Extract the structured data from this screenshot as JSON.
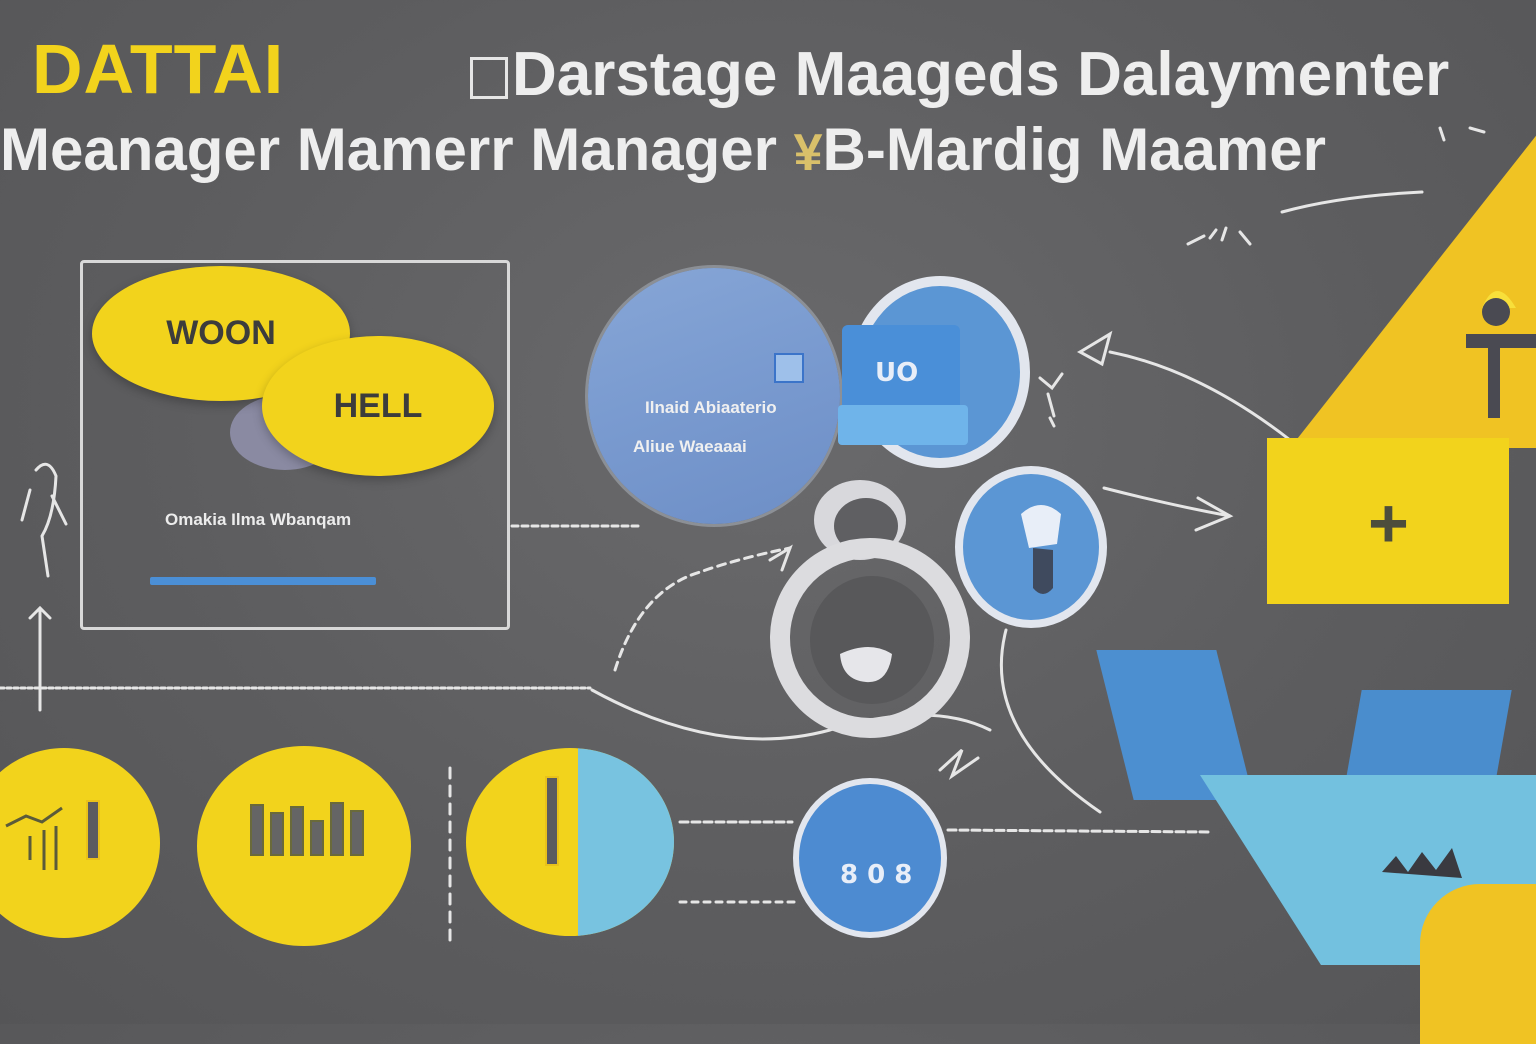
{
  "header": {
    "brand": "DATTAI",
    "title_line_1": "Darstage Maageds Dalaymenter",
    "title_line_2_part_1": "Meanager  Mamerr Manager",
    "title_line_2_mark": "¥",
    "title_line_2_part_2": "B-Mardig Maamer"
  },
  "panel": {
    "bubble_1": "WOON",
    "bubble_2": "HELL",
    "caption": "Omakia Ilma Wbanqam"
  },
  "bubble_card": {
    "line_1": "Ilnaid Abiaaterio",
    "line_2": "Aliue Waeaaai"
  },
  "circles": {
    "top_ring_label": "UO",
    "bottom_ring_label": "8 0 8"
  },
  "colors": {
    "background": "#5f5f61",
    "accent_yellow": "#f2d31c",
    "accent_blue": "#5b96d4",
    "light_blue": "#78c3e0",
    "line": "#e6e6e6"
  }
}
